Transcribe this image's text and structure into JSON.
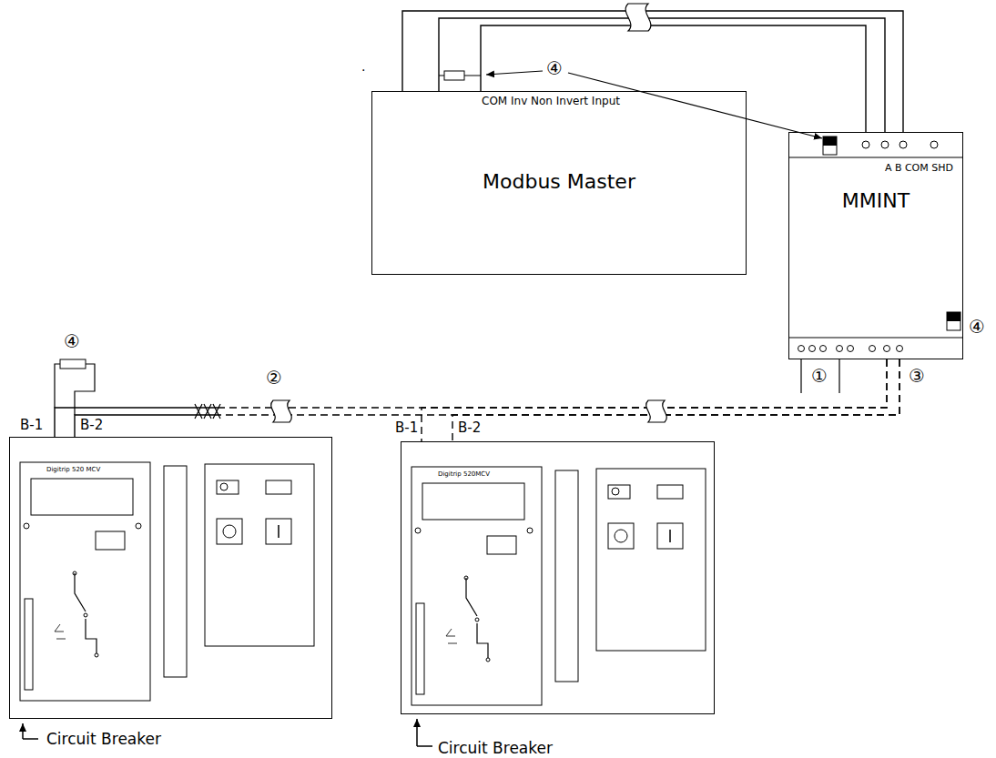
{
  "diagram": {
    "nodes": [
      {
        "text": [
          "COM Inv Non Invert Input",
          "Modbus Master"
        ]
      },
      {
        "text": [
          "A B COM SHD",
          "MMINT"
        ]
      },
      {
        "text": [
          "Digitrip 520 MCV",
          "Circuit Breaker"
        ]
      },
      {
        "text": [
          "Digitrip 520MCV",
          "Circuit Breaker"
        ]
      }
    ],
    "edges": [
      {
        "from": 0,
        "to": 1,
        "arrow": "none"
      },
      {
        "from": 1,
        "to": 2,
        "arrow": "none"
      },
      {
        "from": 1,
        "to": 3,
        "arrow": "none"
      }
    ],
    "labels": [
      ".",
      "④",
      "④",
      "①",
      "③",
      "②",
      "④",
      "B-1",
      "B-2",
      "B-1",
      "B-2"
    ]
  }
}
